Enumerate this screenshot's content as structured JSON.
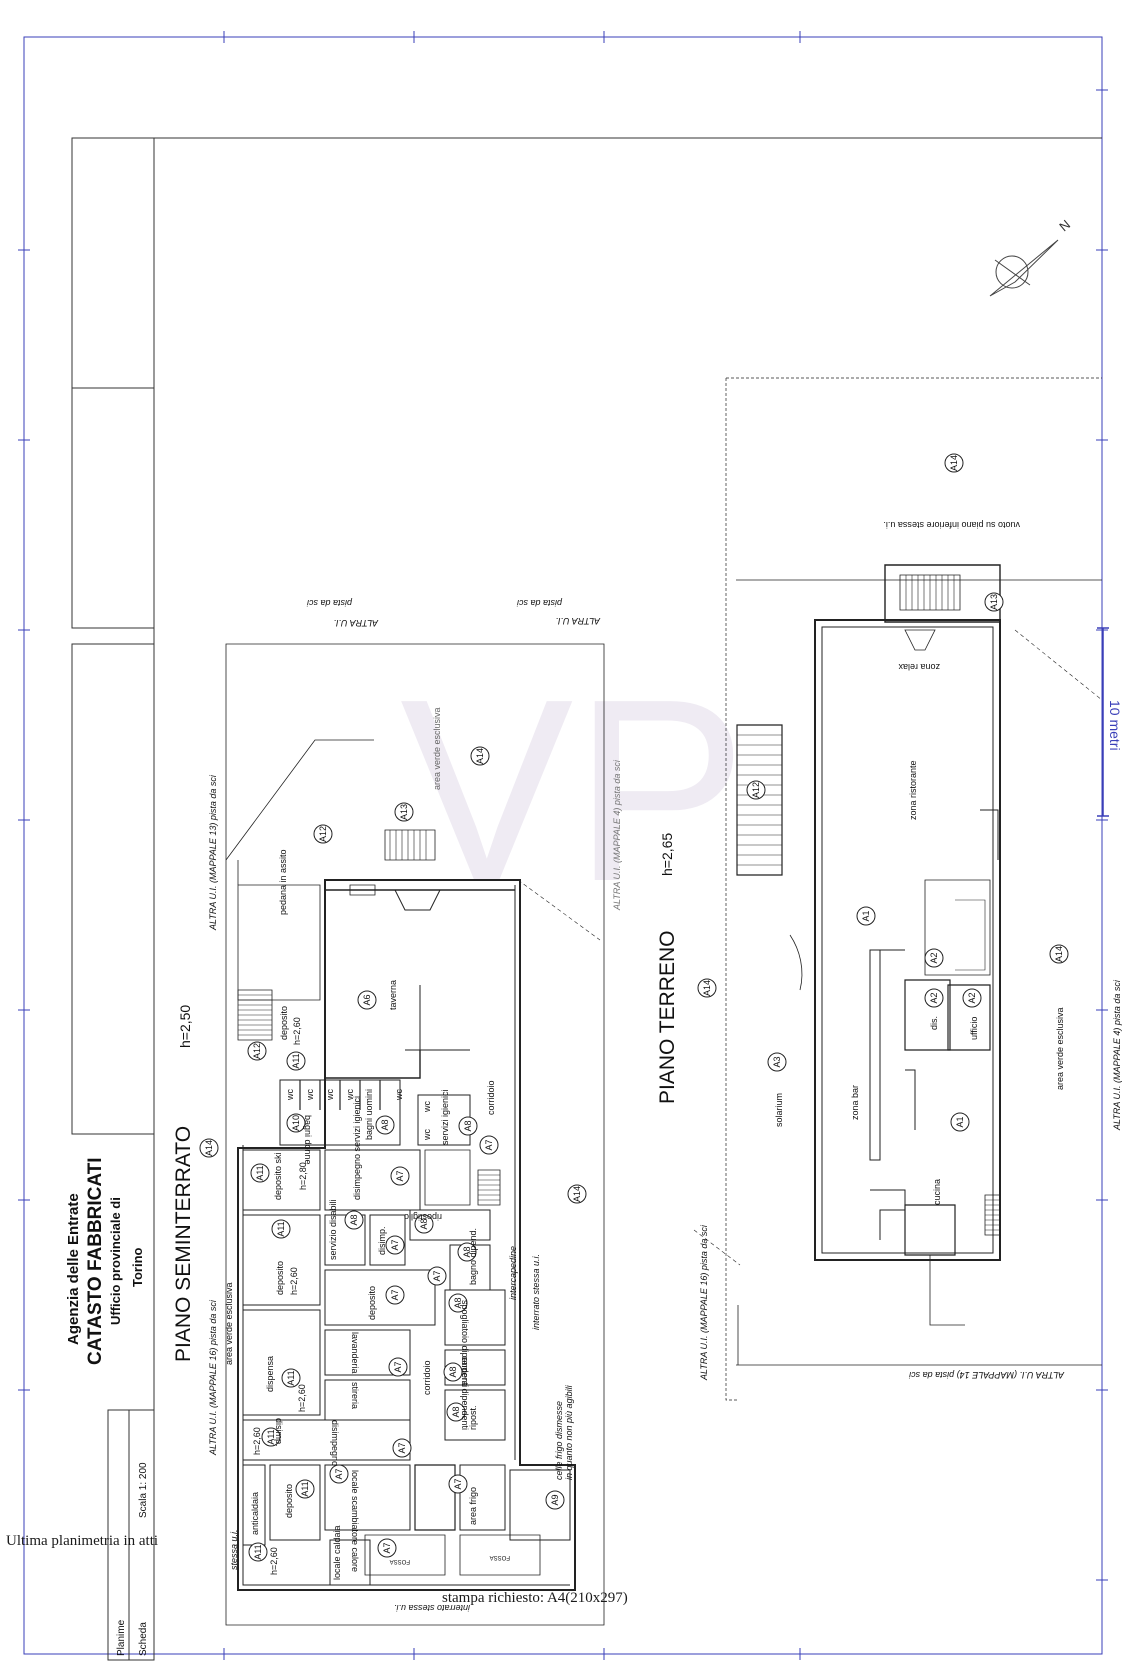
{
  "header": {
    "agency": "Agenzia delle Entrate",
    "title": "CATASTO FABBRICATI",
    "office": "Ufficio provinciale di",
    "city": "Torino"
  },
  "box": {
    "scale": "Scala 1: 200",
    "plan": "Planime",
    "sheet": "Scheda"
  },
  "footer": {
    "last_plan": "Ultima planimetria in atti",
    "print_format": "stampa richiesto: A4(210x297)"
  },
  "scalebar": {
    "label": "10 metri"
  },
  "floors": {
    "basement": {
      "title": "PIANO SEMINTERRATO",
      "height": "h=2,50"
    },
    "ground": {
      "title": "PIANO TERRENO",
      "height": "h=2,65"
    }
  },
  "basement_labels": {
    "altra1": "ALTRA U.I.",
    "pista1": "pista da sci",
    "altra2": "ALTRA U.I.",
    "pista2": "pista da sci",
    "mappale13": "ALTRA U.I. (MAPPALE 13) pista da sci",
    "mappale4": "ALTRA U.I. (MAPPALE 4) pista da sci",
    "mappale16": "ALTRA U.I. (MAPPALE 16) pista da sci",
    "area_verde_top": "area verde esclusiva",
    "area_verde_left": "area verde esclusiva",
    "pedana": "pedana in assito",
    "taverna": "taverna",
    "deposito_top": "deposito",
    "h260_a": "h=2,60",
    "wc": "wc",
    "bagni_donne": "bagni donne",
    "bagni_uomini": "bagni uomini",
    "servizi_igienici": "servizi igienici",
    "corridoio_top": "corridoio",
    "disimpegno_servizi": "disimpegno servizi igienici",
    "deposito_ski": "deposito ski",
    "h260_b": "h=2,80",
    "deposito_mid": "deposito",
    "h260_c": "h=2,60",
    "servizio_disabili": "servizio disabili",
    "disimp": "disimp.",
    "ripostiglio": "ripostiglio",
    "bagno_dipend": "bagno dipend.",
    "intercapedine": "intercapedine",
    "interrato": "interrato stessa u.i.",
    "deposito_small": "deposito",
    "spogliatoio": "spogliatoio dipendenti",
    "camera_dipendenti": "camera dipendenti",
    "dispensa": "dispensa",
    "lavanderia": "lavanderia",
    "stireria": "stireria",
    "corridoio_low": "corridoio",
    "ripost": "ripost.",
    "h260_d": "h=2,60",
    "disimp_small": "disimp.",
    "disimpegno": "disimpegno",
    "celle": "celle frigo dismesse",
    "celle2": "in quanto non più agibili",
    "h260_e": "h=2,60",
    "anticaldaia": "anticaldaia",
    "deposito_low": "deposito",
    "locale_scambiatore": "locale scambiatore calore",
    "area_frigo": "area frigo",
    "locale_caldaia": "locale caldaia",
    "h260_f": "h=2,60",
    "interrato_bottom": "interrato stessa u.i.",
    "stessa_ui": "stessa u.i.",
    "fossa1": "FOSSA",
    "fossa2": "FOSSA"
  },
  "ground_labels": {
    "vuoto": "vuoto su piano inferiore stessa u.i.",
    "zona_relax": "zona relax",
    "zona_ristorante": "zona ristorante",
    "solarium": "solarium",
    "zona_bar": "zona bar",
    "dis": "dis.",
    "ufficio": "ufficio",
    "cucina": "cucina",
    "area_verde": "area verde esclusiva",
    "mappale4": "ALTRA U.I. (MAPPALE 4) pista da sci",
    "mappale16": "ALTRA U.I. (MAPPALE 16) pista da sci",
    "mappale14": "ALTRA U.I. (MAPPALE 14) pista da sci"
  },
  "markers": {
    "A1": "A1",
    "A2": "A2",
    "A3": "A3",
    "A6": "A6",
    "A7": "A7",
    "A8": "A8",
    "A9": "A9",
    "A10": "A10",
    "A11": "A11",
    "A12": "A12",
    "A13": "A13",
    "A14": "A14"
  },
  "north": "N",
  "colors": {
    "frame": "#3a3fb8",
    "lines": "#222222",
    "watermark": "#ece8f2"
  }
}
